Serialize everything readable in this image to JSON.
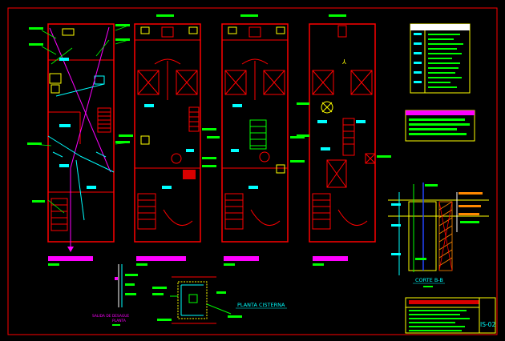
{
  "colors": {
    "background": "#000000",
    "wall": "#ff0000",
    "annotation": "#00ff00",
    "cyan": "#00ffff",
    "magenta": "#ff00ff",
    "yellow": "#ffff00",
    "white": "#ffffff",
    "blue": "#2244ff",
    "orange": "#ff8800"
  },
  "sheet": {
    "section_title": "CORTE B-B",
    "cistern_title": "PLANTA CISTERNA",
    "riser_title_line1": "SALIDA DE DESAGUE",
    "riser_title_line2": "PLANTA",
    "sheet_number": "IS-02"
  }
}
